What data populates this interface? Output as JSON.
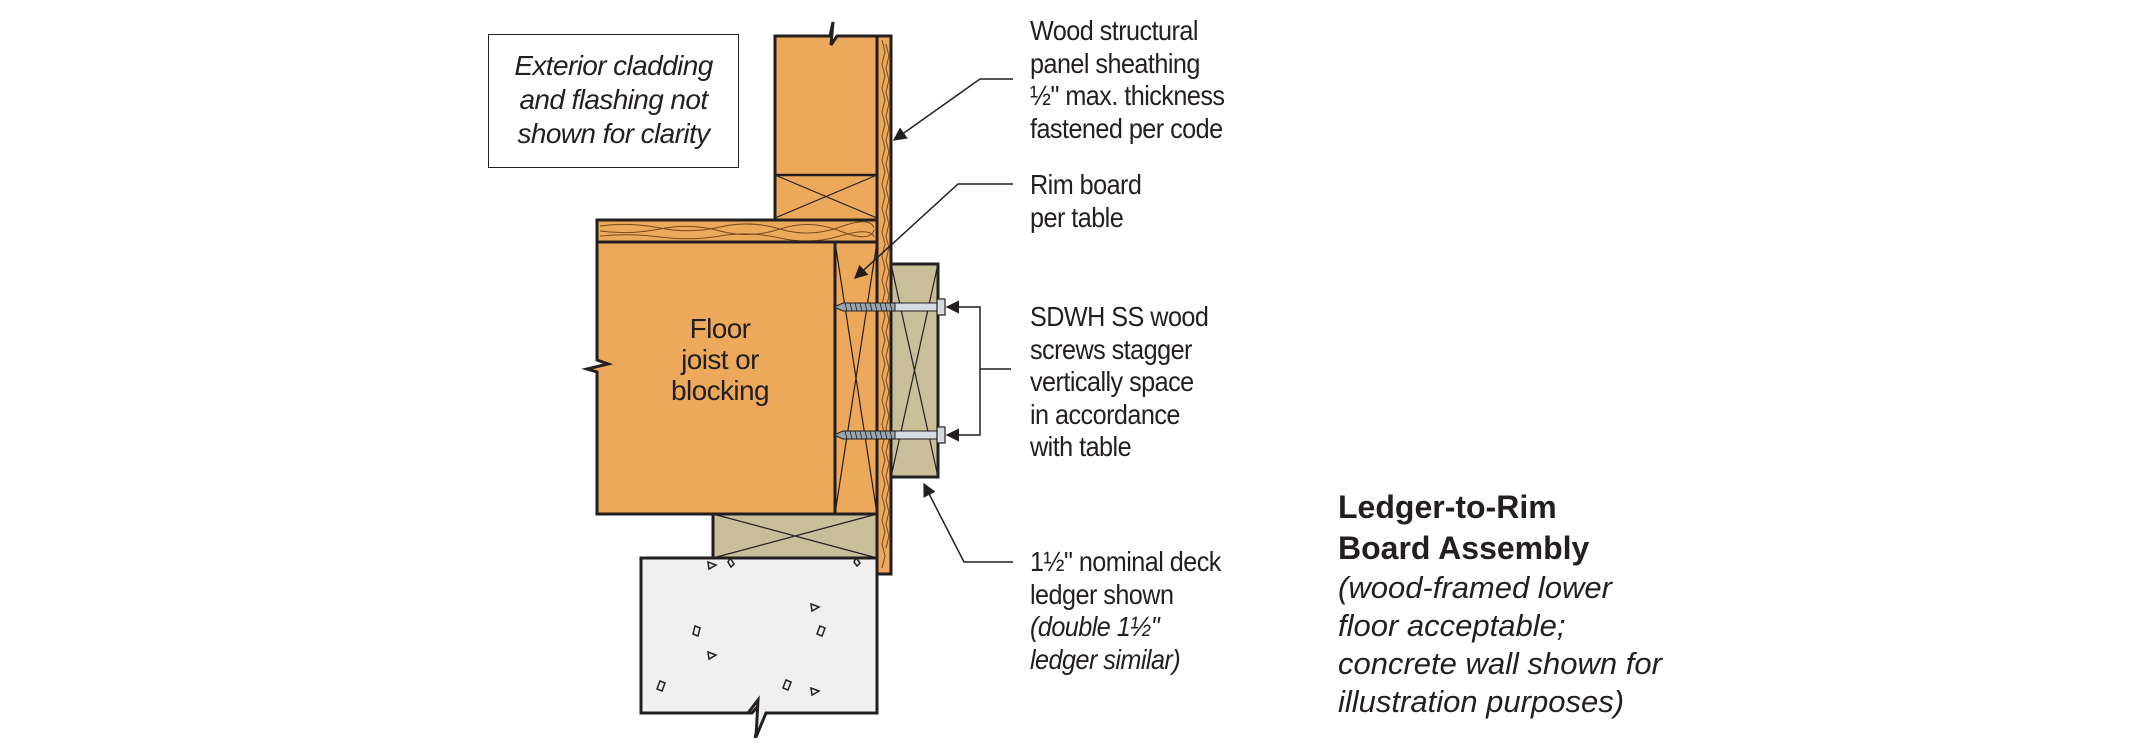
{
  "note": {
    "lines": [
      "Exterior cladding",
      "and flashing not",
      "shown for clarity"
    ]
  },
  "joist_label": {
    "lines": [
      "Floor",
      "joist or",
      "blocking"
    ]
  },
  "callouts": {
    "sheathing": {
      "lines": [
        "Wood structural",
        "panel sheathing",
        "½\" max. thickness",
        "fastened per code"
      ]
    },
    "rim_board": {
      "lines": [
        "Rim board",
        "per table"
      ]
    },
    "screws": {
      "lines": [
        "SDWH SS wood",
        "screws stagger",
        "vertically space",
        "in accordance",
        "with table"
      ]
    },
    "ledger": {
      "lines": [
        "1½\"  nominal deck",
        "ledger shown"
      ],
      "italic_lines": [
        "(double 1½\"",
        "ledger similar)"
      ]
    }
  },
  "title": {
    "bold_lines": [
      "Ledger-to-Rim",
      "Board Assembly"
    ],
    "italic_lines": [
      "(wood-framed lower",
      "floor acceptable;",
      "concrete wall shown for",
      "illustration purposes)"
    ]
  },
  "colors": {
    "lumber": "#eda95b",
    "ledger": "#c8be9a",
    "concrete": "#f0f0f0",
    "outline": "#231f20",
    "screw": "#b9c3cc"
  }
}
